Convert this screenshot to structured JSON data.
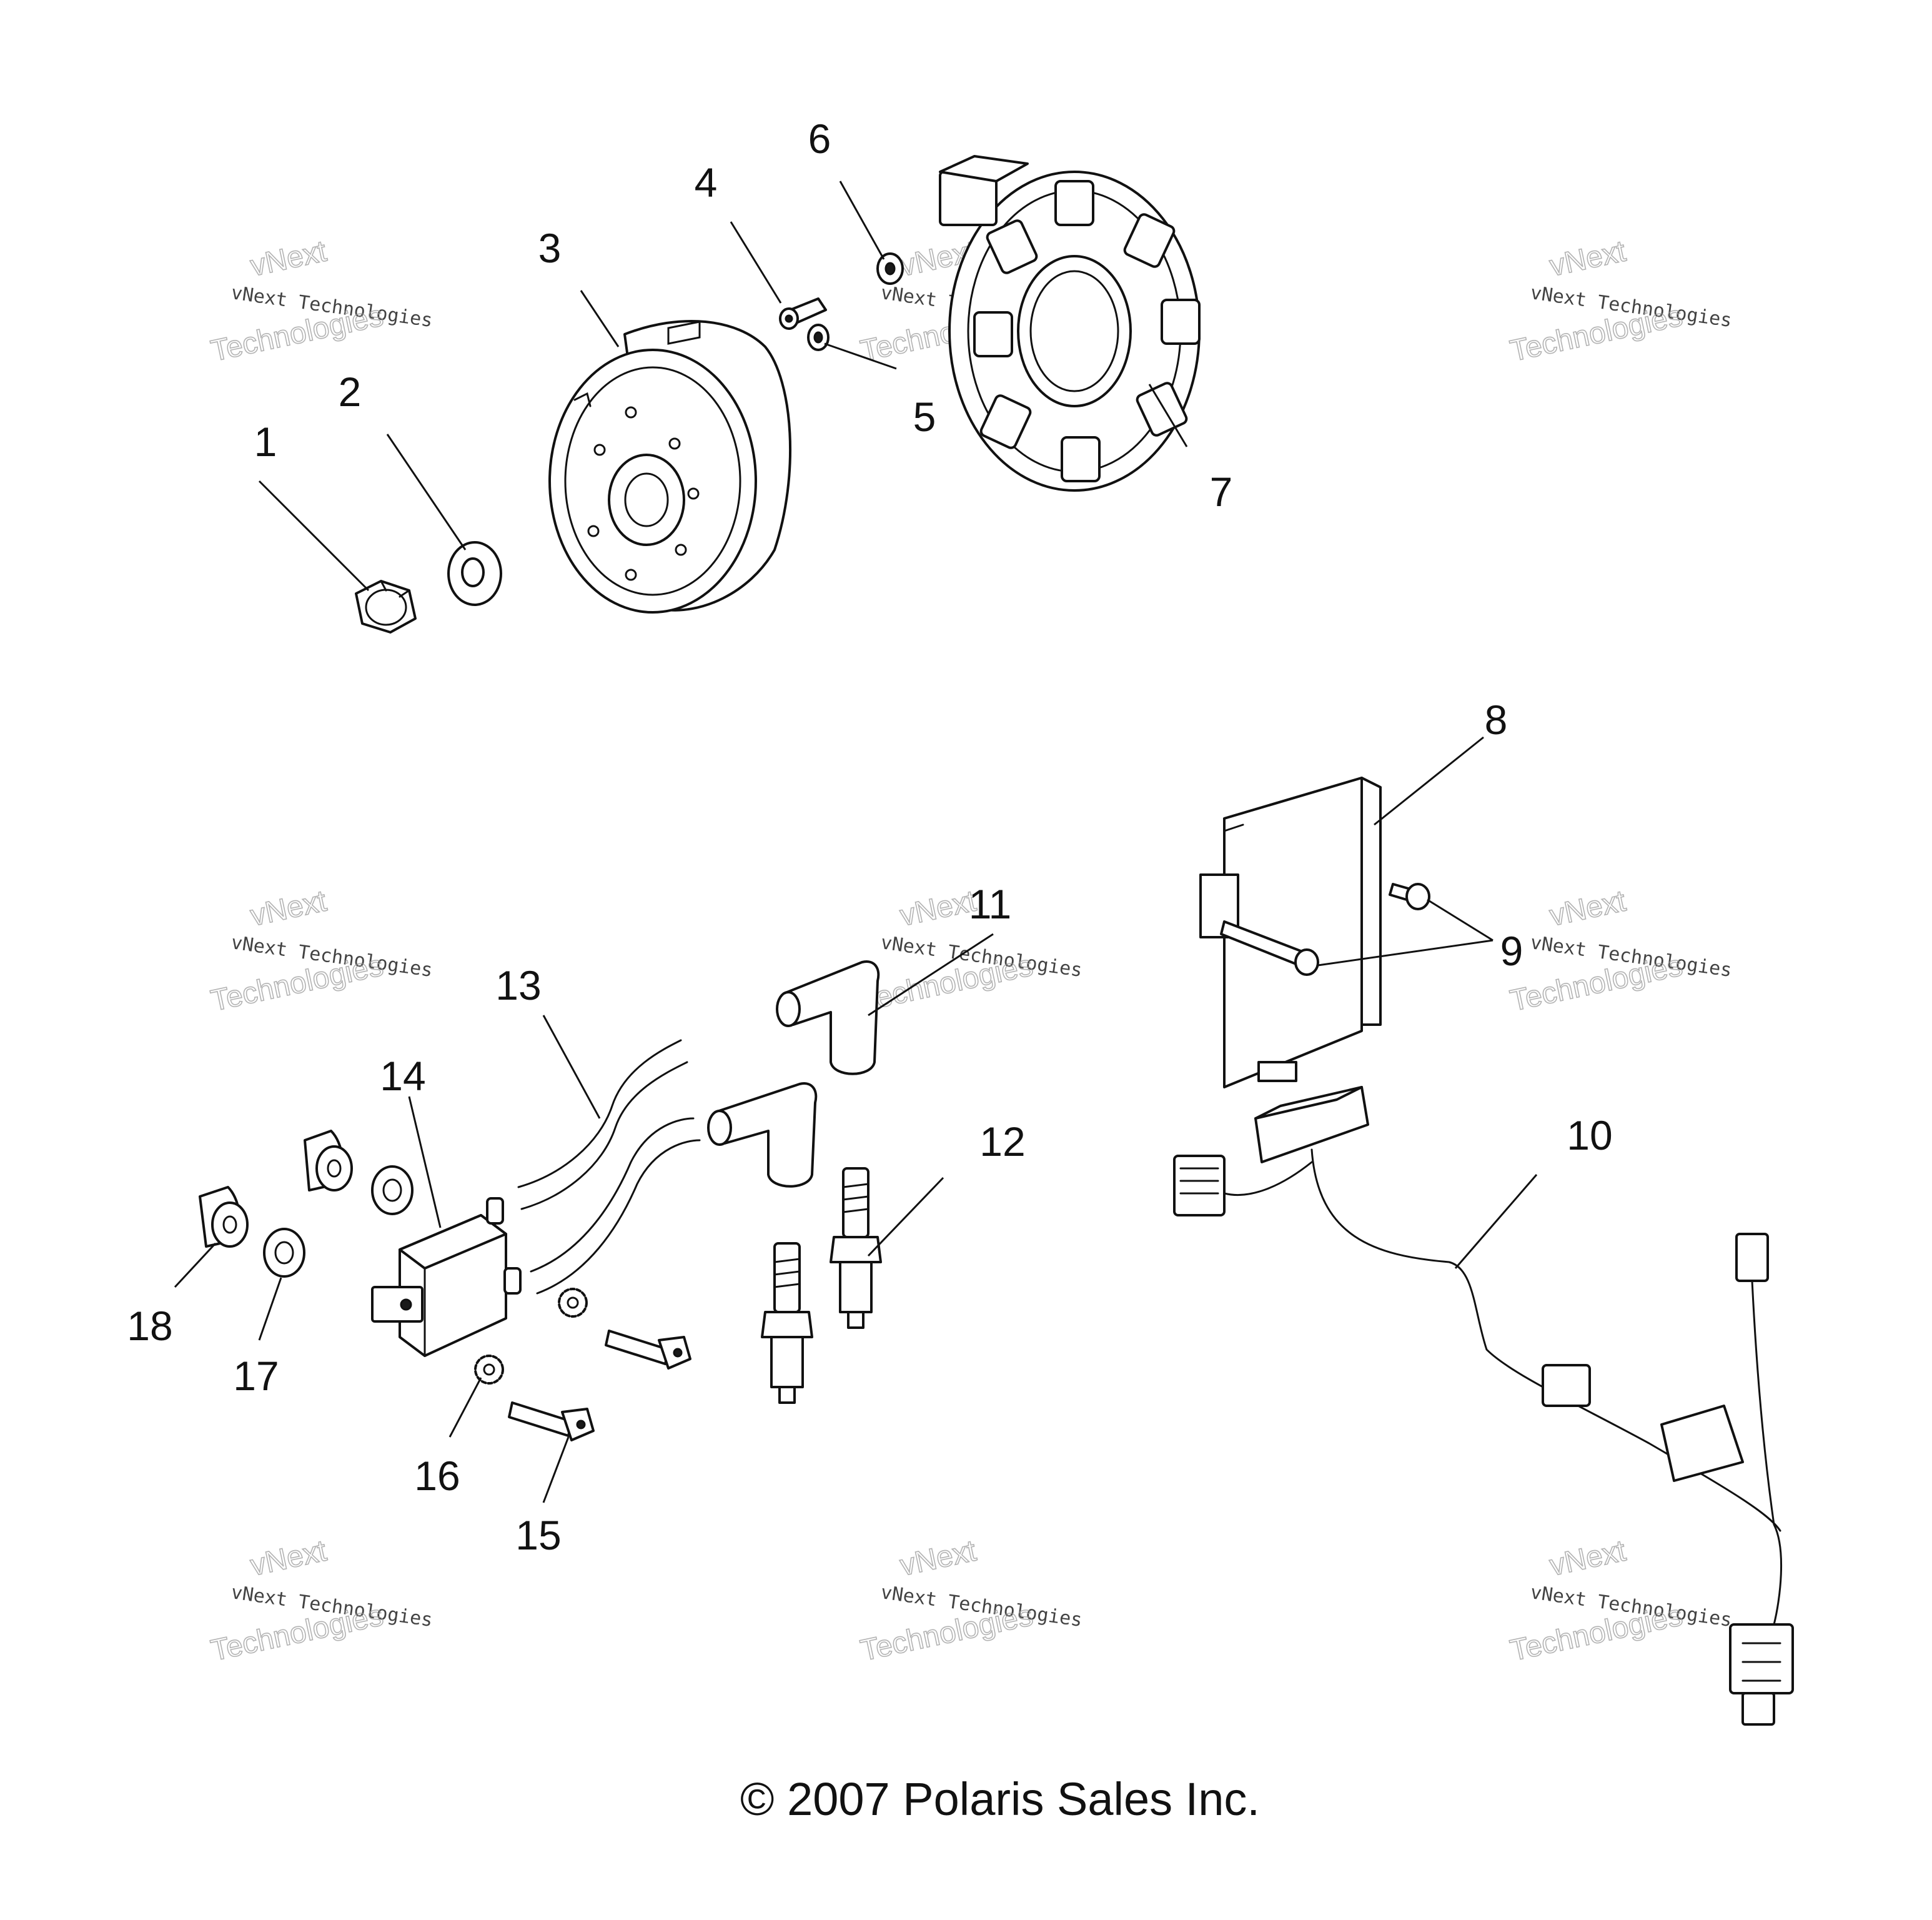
{
  "diagram": {
    "callouts": [
      "1",
      "2",
      "3",
      "4",
      "5",
      "6",
      "7",
      "8",
      "9",
      "10",
      "11",
      "12",
      "13",
      "14",
      "15",
      "16",
      "17",
      "18"
    ],
    "copyright": "© 2007 Polaris Sales Inc.",
    "watermark": {
      "line1": "vNext Technologies",
      "line2": "vNext",
      "line3": "Technologies"
    }
  }
}
